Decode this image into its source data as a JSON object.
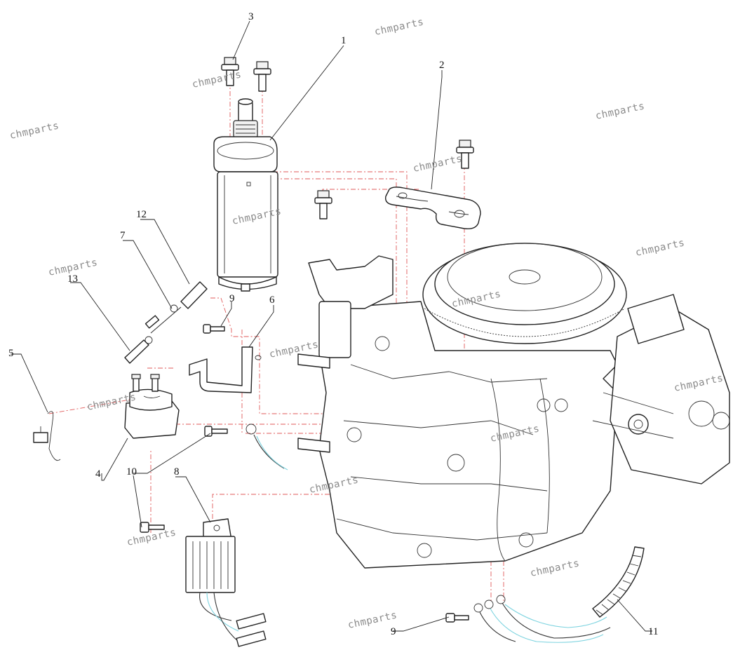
{
  "callouts": [
    {
      "id": "c1",
      "text": "1"
    },
    {
      "id": "c2",
      "text": "2"
    },
    {
      "id": "c3",
      "text": "3"
    },
    {
      "id": "c4",
      "text": "4"
    },
    {
      "id": "c5",
      "text": "5"
    },
    {
      "id": "c6",
      "text": "6"
    },
    {
      "id": "c7",
      "text": "7"
    },
    {
      "id": "c8",
      "text": "8"
    },
    {
      "id": "c9a",
      "text": "9"
    },
    {
      "id": "c9b",
      "text": "9"
    },
    {
      "id": "c10",
      "text": "10"
    },
    {
      "id": "c11",
      "text": "11"
    },
    {
      "id": "c12",
      "text": "12"
    },
    {
      "id": "c13",
      "text": "13"
    }
  ],
  "watermark": {
    "text": "chmparts"
  },
  "colors": {
    "line": "#222222",
    "centerline": "#e05a5a",
    "wire_cyan": "#7fd4e0",
    "wire_pink": "#e76a8a",
    "watermark": "#8a8a8a"
  }
}
